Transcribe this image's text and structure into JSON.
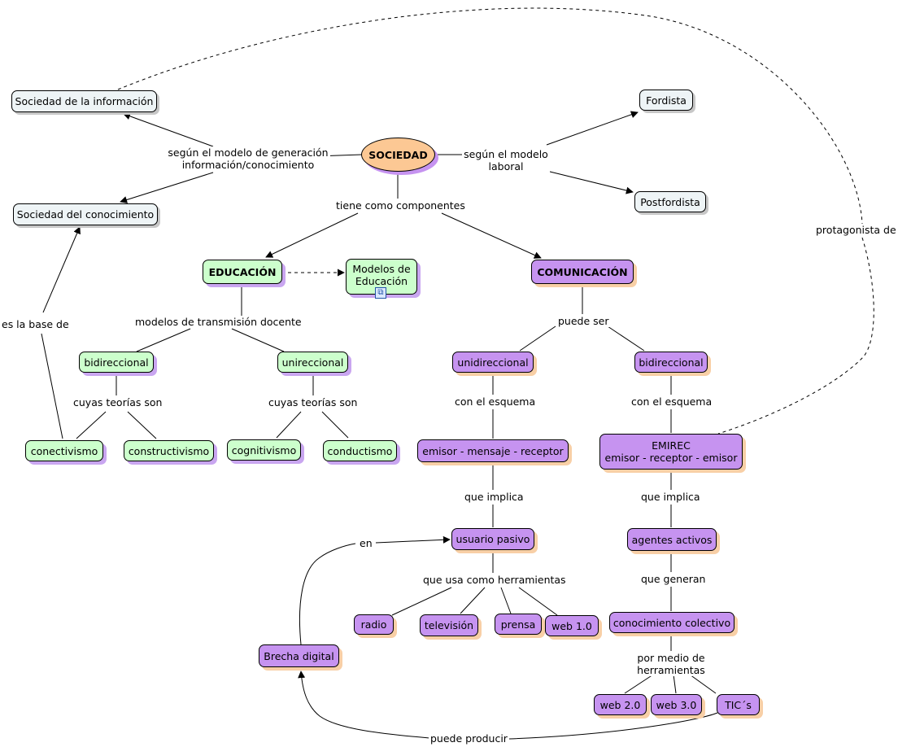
{
  "nodes": {
    "sociedad": "SOCIEDAD",
    "soc_info": "Sociedad de la información",
    "soc_conoc": "Sociedad del conocimiento",
    "fordista": "Fordista",
    "postfordista": "Postfordista",
    "educacion": "EDUCACIÓN",
    "modelos": "Modelos de Educación",
    "comunicacion": "COMUNICACIÓN",
    "edu_bidir": "bidireccional",
    "edu_unir": "unireccional",
    "conectivismo": "conectivismo",
    "constructivismo": "constructivismo",
    "cognitivismo": "cognitivismo",
    "conductismo": "conductismo",
    "unidireccional": "unidireccional",
    "com_bidir": "bidireccional",
    "emisor_mensaje": "emisor - mensaje - receptor",
    "emirec_title": "EMIREC",
    "emirec_sub": "emisor - receptor - emisor",
    "usuario_pasivo": "usuario pasivo",
    "agentes_activos": "agentes activos",
    "radio": "radio",
    "television": "televisión",
    "prensa": "prensa",
    "web10": "web 1.0",
    "conocimiento_colectivo": "conocimiento colectivo",
    "web20": "web 2.0",
    "web30": "web 3.0",
    "tics": "TIC´s",
    "brecha": "Brecha digital"
  },
  "labels": {
    "segun_generacion": "según el modelo de generación información/conocimiento",
    "segun_laboral": "según el modelo laboral",
    "tiene_componentes": "tiene como componentes",
    "modelos_transmision": "modelos de transmisión docente",
    "puede_ser": "puede ser",
    "cuyas_teorias_1": "cuyas teorías son",
    "cuyas_teorias_2": "cuyas teorías son",
    "es_la_base": "es la base de",
    "con_esquema_1": "con el esquema",
    "con_esquema_2": "con el esquema",
    "que_implica_1": "que implica",
    "que_implica_2": "que implica",
    "que_usa": "que usa como herramientas",
    "que_generan": "que generan",
    "por_medio": "por medio de herramientas",
    "en": "en",
    "puede_producir": "puede producir",
    "protagonista": "protagonista de"
  },
  "icons": {
    "concept_map_link": "concept-map-icon"
  },
  "colors": {
    "sociedad_fill": "#fcc894",
    "gray_fill": "#eef4f6",
    "green_fill": "#ccffcc",
    "purple_fill": "#c693f0",
    "purple_shadow": "#f8cfa6"
  }
}
